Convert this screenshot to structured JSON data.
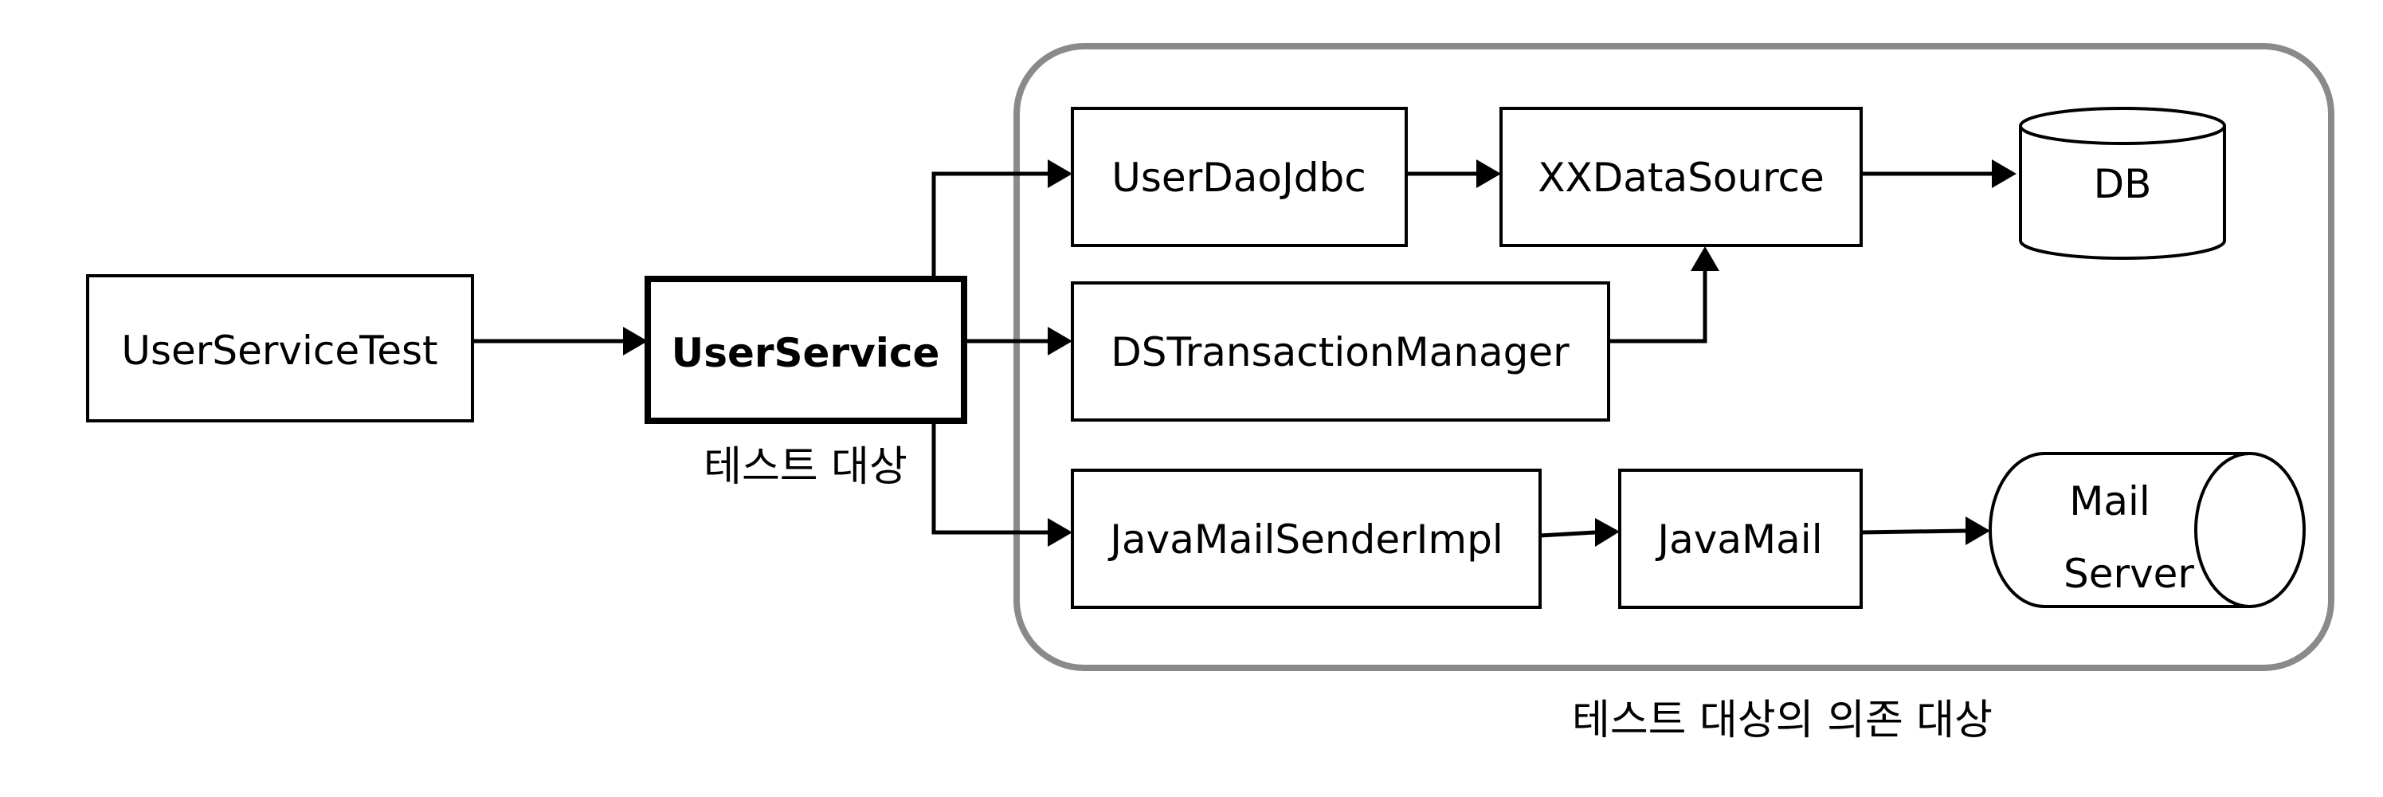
{
  "diagram": {
    "nodes": {
      "user_service_test": "UserServiceTest",
      "user_service": "UserService",
      "user_dao_jdbc": "UserDaoJdbc",
      "xx_data_source": "XXDataSource",
      "db": "DB",
      "ds_transaction_manager": "DSTransactionManager",
      "java_mail_sender_impl": "JavaMailSenderImpl",
      "java_mail": "JavaMail",
      "mail_server_line1": "Mail",
      "mail_server_line2": "Server"
    },
    "captions": {
      "test_target": "테스트 대상",
      "dependency_group": "테스트 대상의 의존 대상"
    }
  }
}
